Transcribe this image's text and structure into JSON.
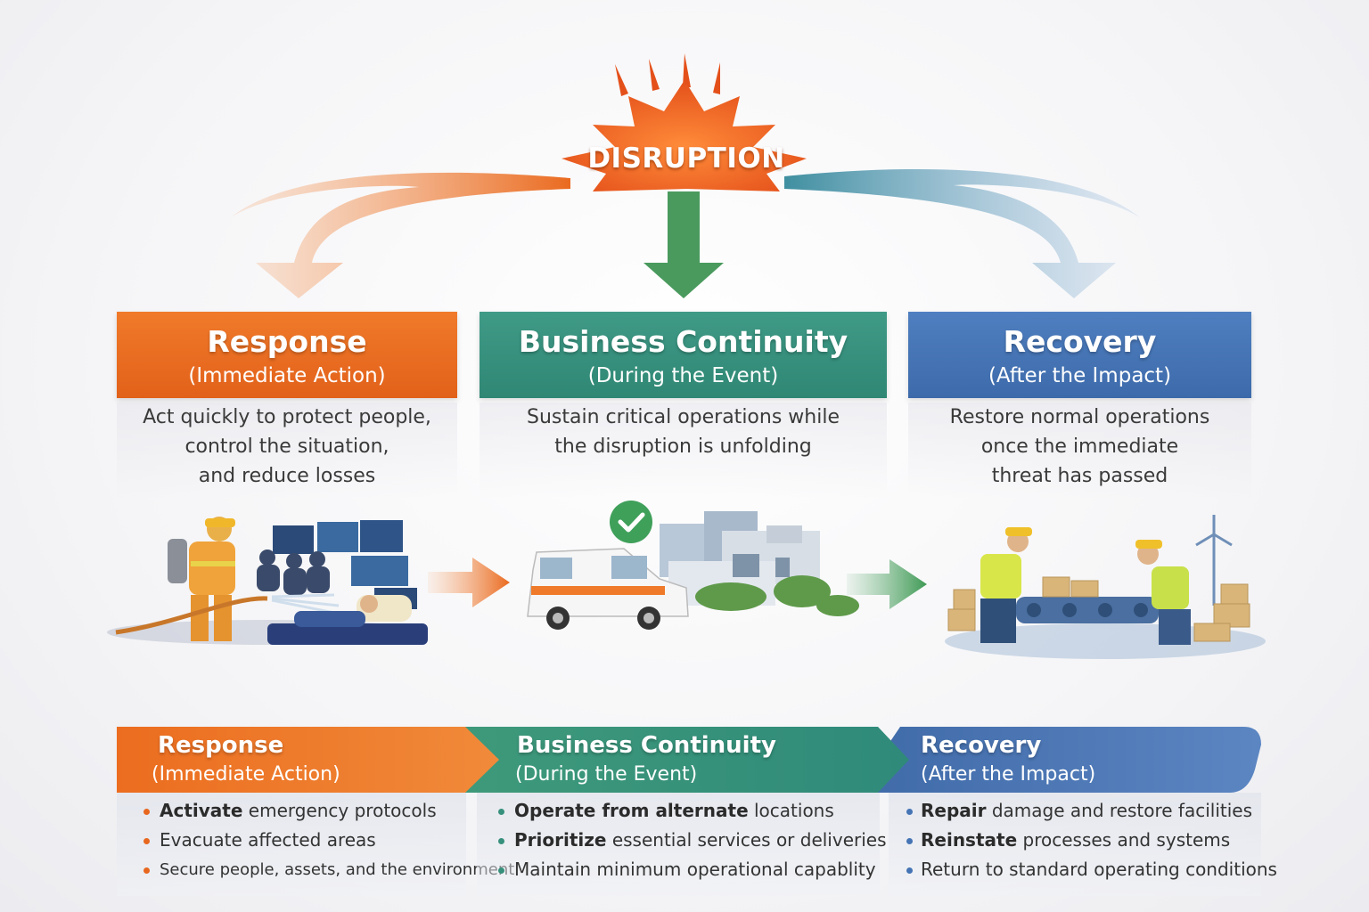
{
  "disruption": {
    "label": "DISRUPTION"
  },
  "phases": [
    {
      "title": "Response",
      "subtitle": "(Immediate Action)",
      "description": [
        "Act quickly to protect people,",
        "control the situation,",
        "and reduce losses"
      ],
      "color": "#e8671f"
    },
    {
      "title": "Business Continuity",
      "subtitle": "(During the Event)",
      "description": [
        "Sustain critical operations while",
        "the disruption is unfolding"
      ],
      "color": "#36907c"
    },
    {
      "title": "Recovery",
      "subtitle": "(After the Impact)",
      "description": [
        "Restore normal operations",
        "once the immediate",
        "threat has passed"
      ],
      "color": "#4574b5"
    }
  ],
  "timeline": [
    {
      "title": "Response",
      "subtitle": "(Immediate Action)",
      "bullets": [
        {
          "bold": "Activate",
          "rest": " emergency protocols"
        },
        {
          "bold": "",
          "rest": "Evacuate affected areas"
        },
        {
          "bold": "",
          "rest": "Secure people, assets, and the environment"
        }
      ],
      "dot_color": "#e8671f"
    },
    {
      "title": "Business Continuity",
      "subtitle": "(During the Event)",
      "bullets": [
        {
          "bold": "Operate from alternate",
          "rest": " locations"
        },
        {
          "bold": "Prioritize",
          "rest": " essential services or deliveries"
        },
        {
          "bold": "",
          "rest": "Maintain minimum operational capablity"
        }
      ],
      "dot_color": "#36907c"
    },
    {
      "title": "Recovery",
      "subtitle": "(After the Impact)",
      "bullets": [
        {
          "bold": "Repair",
          "rest": " damage and restore facilities"
        },
        {
          "bold": "Reinstate",
          "rest": " processes and systems"
        },
        {
          "bold": "",
          "rest": "Return to standard operating conditions"
        }
      ],
      "dot_color": "#4574b5"
    }
  ]
}
